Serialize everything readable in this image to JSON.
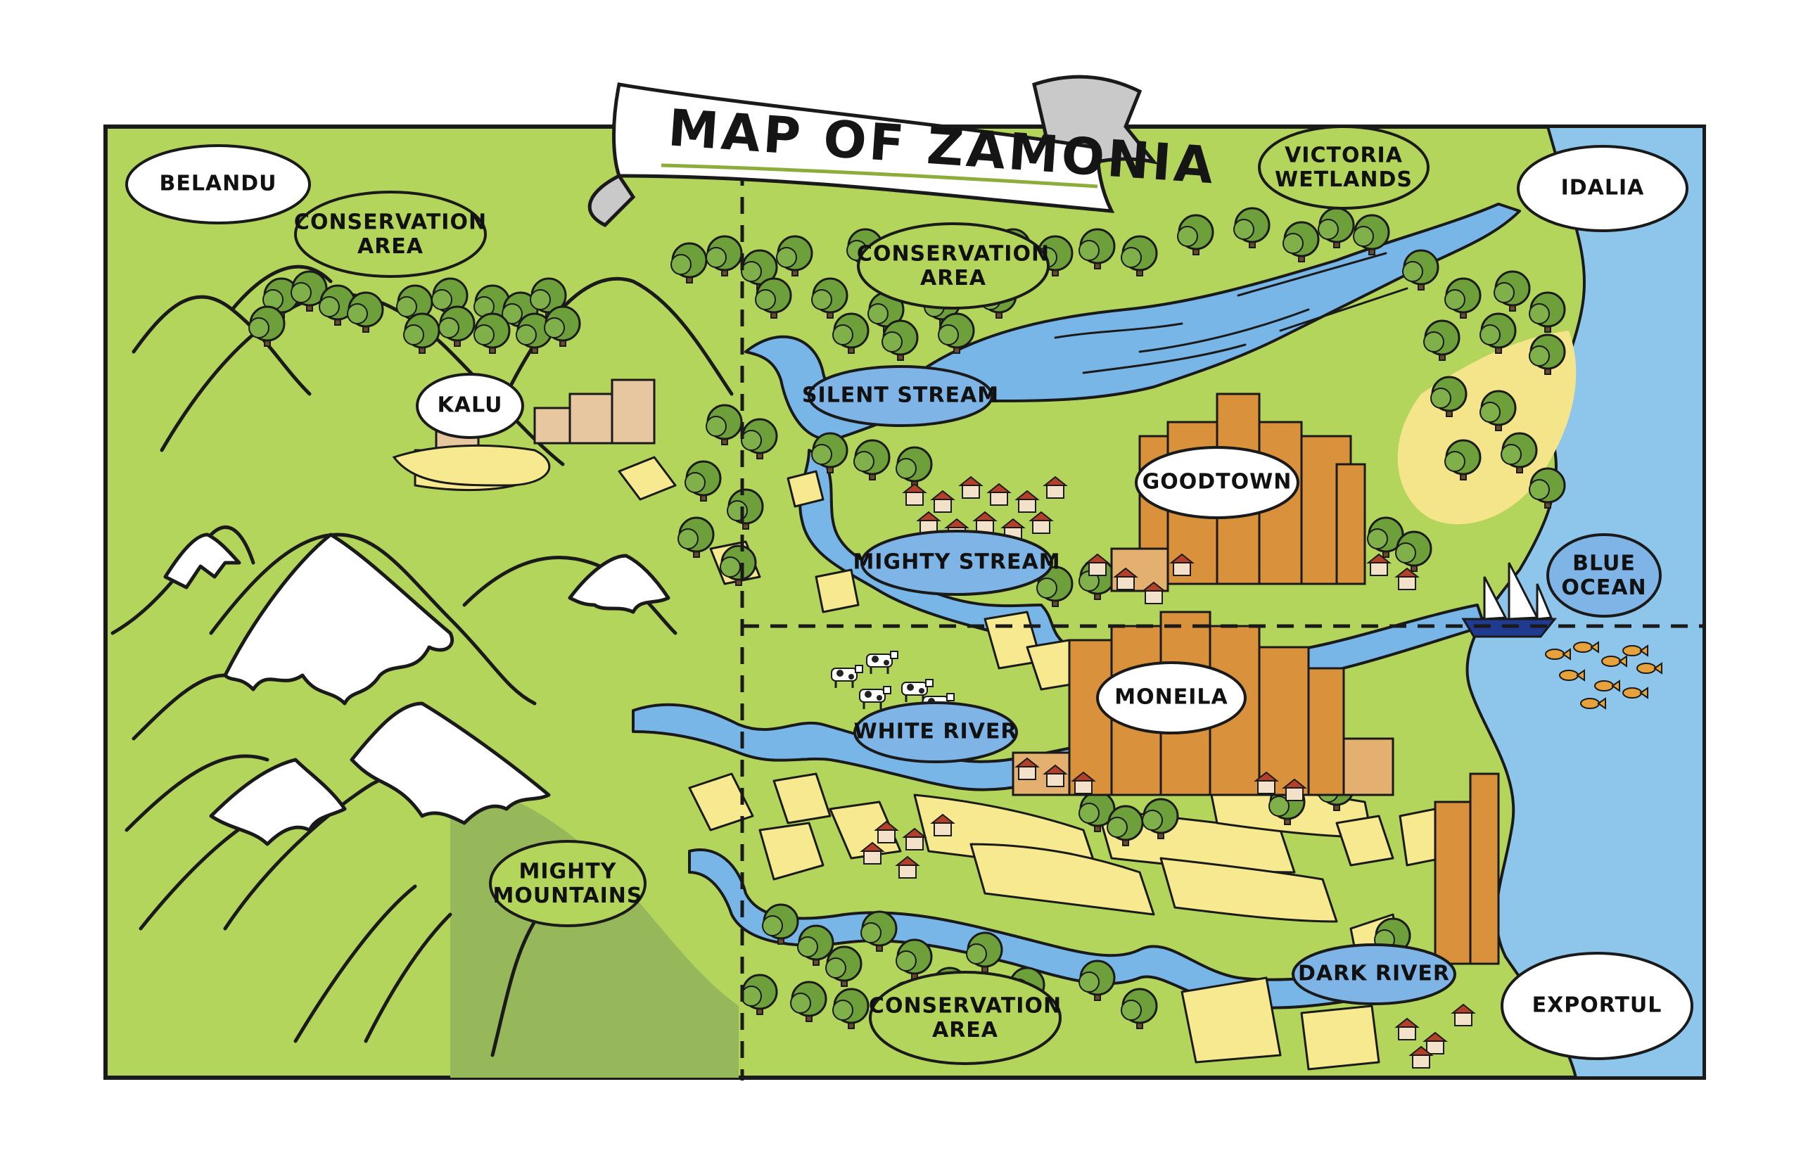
{
  "map": {
    "title": "MAP OF ZAMONIA",
    "colors": {
      "land": "#b4d55b",
      "land_dark": "#97b85a",
      "water": "#8ec5ea",
      "river": "#79b6e8",
      "snow": "#ffffff",
      "field": "#f6e98f",
      "sand": "#f4e48a",
      "tree": "#6d9f3a",
      "city": "#d9923b",
      "outline": "#1a1a1a",
      "label_blue": "#7fb4e6",
      "label_green": "#b4d55b",
      "label_white": "#ffffff"
    },
    "regions": [
      {
        "id": "belandu",
        "name": "BELANDU",
        "style": "white"
      },
      {
        "id": "idalia",
        "name": "IDALIA",
        "style": "white"
      },
      {
        "id": "exportul",
        "name": "EXPORTUL",
        "style": "white"
      },
      {
        "id": "kalu",
        "name": "KALU",
        "style": "white"
      },
      {
        "id": "goodtown",
        "name": "GOODTOWN",
        "style": "white"
      },
      {
        "id": "moneila",
        "name": "MONEILA",
        "style": "white"
      },
      {
        "id": "conservation-nw",
        "name": "CONSERVATION AREA",
        "style": "green"
      },
      {
        "id": "conservation-n",
        "name": "CONSERVATION AREA",
        "style": "green"
      },
      {
        "id": "conservation-s",
        "name": "CONSERVATION AREA",
        "style": "green"
      },
      {
        "id": "victoria",
        "name": "VICTORIA WETLANDS",
        "style": "green"
      },
      {
        "id": "mountains",
        "name": "MIGHTY MOUNTAINS",
        "style": "green"
      },
      {
        "id": "silent",
        "name": "SILENT STREAM",
        "style": "blue"
      },
      {
        "id": "mighty-stream",
        "name": "MIGHTY STREAM",
        "style": "blue"
      },
      {
        "id": "white-river",
        "name": "WHITE RIVER",
        "style": "blue"
      },
      {
        "id": "dark-river",
        "name": "DARK RIVER",
        "style": "blue"
      },
      {
        "id": "blue-ocean",
        "name": "BLUE OCEAN",
        "style": "blue"
      }
    ]
  }
}
